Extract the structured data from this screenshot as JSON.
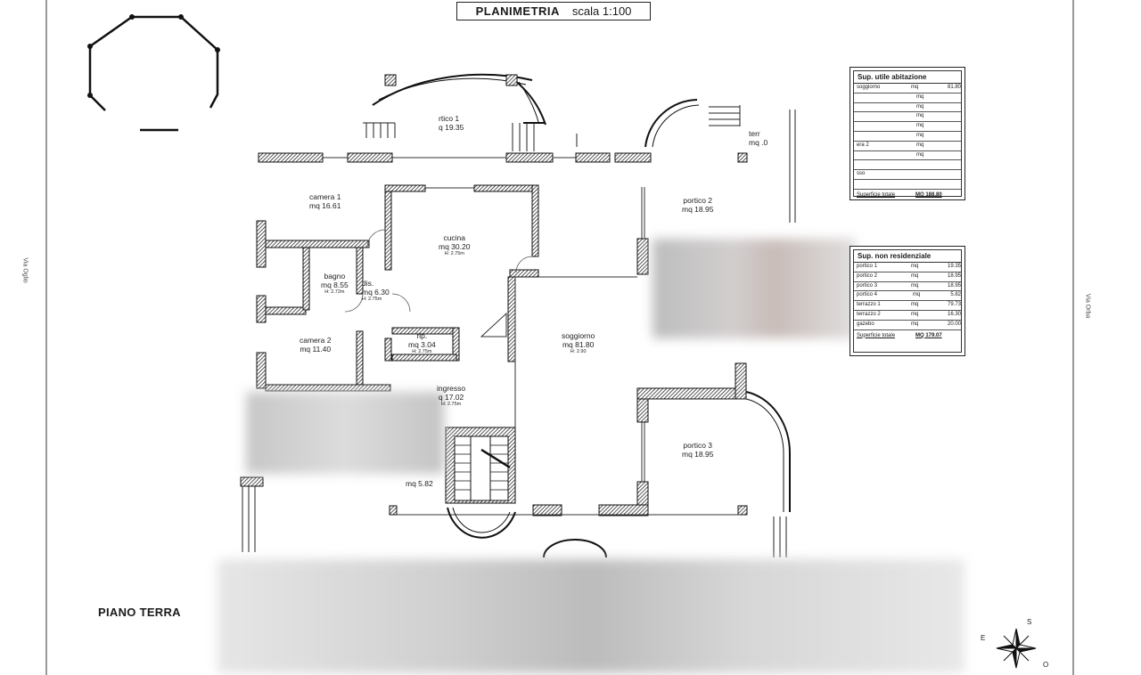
{
  "header": {
    "title": "PLANIMETRIA",
    "scale": "scala 1:100"
  },
  "floor_label": "PIANO TERRA",
  "streets": {
    "left": "Via Oglio",
    "right": "Via Orba"
  },
  "rooms": {
    "portico1": {
      "name": "rtico 1",
      "area": "q 19.35"
    },
    "terrazzo": {
      "name": "terr",
      "area": "mq .0"
    },
    "camera1": {
      "name": "camera 1",
      "area": "mq 16.61"
    },
    "cucina": {
      "name": "cucina",
      "area": "mq 30.20",
      "h": "H: 2.75m"
    },
    "portico2": {
      "name": "portico 2",
      "area": "mq 18.95"
    },
    "bagno": {
      "name": "bagno",
      "area": "mq 8.55",
      "h": "H: 2.72m"
    },
    "dis": {
      "name": "dis.",
      "area": "mq 6.30",
      "h": "H: 2.75m"
    },
    "camera2": {
      "name": "camera 2",
      "area": "mq 11.40"
    },
    "rip": {
      "name": "rip.",
      "area": "mq 3.04",
      "h": "H: 2.75m"
    },
    "soggiorno": {
      "name": "soggiorno",
      "area": "mq 81.80",
      "h": "H: 2.90"
    },
    "ingresso": {
      "name": "ingresso",
      "area": "q 17.02",
      "h": "H: 2.75m"
    },
    "portico3": {
      "name": "portico 3",
      "area": "mq 18.95"
    },
    "portico4": {
      "area": "mq 5.82"
    }
  },
  "table_abitazione": {
    "header": "Sup. utile abitazione",
    "rows": [
      {
        "name": "soggiorno",
        "unit": "mq",
        "value": "81.80"
      },
      {
        "name": "",
        "unit": "mq",
        "value": ""
      },
      {
        "name": "",
        "unit": "mq",
        "value": ""
      },
      {
        "name": "",
        "unit": "mq",
        "value": ""
      },
      {
        "name": "",
        "unit": "mq",
        "value": ""
      },
      {
        "name": "",
        "unit": "mq",
        "value": ""
      },
      {
        "name": "era 2",
        "unit": "mq",
        "value": ""
      },
      {
        "name": "",
        "unit": "mq",
        "value": ""
      },
      {
        "name": "",
        "unit": "",
        "value": ""
      },
      {
        "name": "sso",
        "unit": "",
        "value": ""
      },
      {
        "name": "",
        "unit": "",
        "value": ""
      }
    ],
    "total_label": "Superficie totale",
    "total_value": "MQ 188.80"
  },
  "table_non_res": {
    "header": "Sup. non residenziale",
    "rows": [
      {
        "name": "portico 1",
        "unit": "mq",
        "value": "19.35"
      },
      {
        "name": "portico 2",
        "unit": "mq",
        "value": "18.95"
      },
      {
        "name": "portico 3",
        "unit": "mq",
        "value": "18.95"
      },
      {
        "name": "portico 4",
        "unit": "mq",
        "value": "5.82"
      },
      {
        "name": "terrazzo 1",
        "unit": "mq",
        "value": "79.73"
      },
      {
        "name": "terrazzo 2",
        "unit": "mq",
        "value": "16.30"
      },
      {
        "name": "gazebo",
        "unit": "mq",
        "value": "20.00"
      }
    ],
    "total_label": "Superficie totale",
    "total_value": "MQ 179.07"
  },
  "compass": {
    "n": "S",
    "e": "O",
    "w": "E"
  }
}
